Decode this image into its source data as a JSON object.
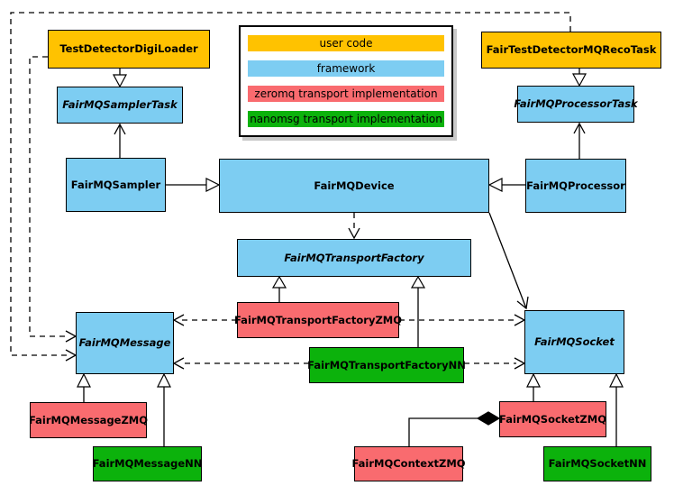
{
  "diagram_type": "uml-class-diagram",
  "colors": {
    "user_code": "#FFC200",
    "framework": "#7DCDF2",
    "zeromq": "#F96B6F",
    "nanomsg": "#0CB20C",
    "border": "#000000",
    "background": "#FFFFFF"
  },
  "legend": {
    "items": [
      {
        "label": "user code",
        "color": "#FFC200"
      },
      {
        "label": "framework",
        "color": "#7DCDF2"
      },
      {
        "label": "zeromq transport implementation",
        "color": "#F96B6F"
      },
      {
        "label": "nanomsg transport implementation",
        "color": "#0CB20C"
      }
    ]
  },
  "classes": [
    {
      "label": "TestDetectorDigiLoader",
      "category": "user_code",
      "abstract": false
    },
    {
      "label": "FairTestDetectorMQRecoTask",
      "category": "user_code",
      "abstract": false
    },
    {
      "label": "FairMQSamplerTask",
      "category": "framework",
      "abstract": true
    },
    {
      "label": "FairMQProcessorTask",
      "category": "framework",
      "abstract": true
    },
    {
      "label": "FairMQSampler",
      "category": "framework",
      "abstract": false
    },
    {
      "label": "FairMQDevice",
      "category": "framework",
      "abstract": false
    },
    {
      "label": "FairMQProcessor",
      "category": "framework",
      "abstract": false
    },
    {
      "label": "FairMQTransportFactory",
      "category": "framework",
      "abstract": true
    },
    {
      "label": "FairMQTransportFactoryZMQ",
      "category": "zeromq",
      "abstract": false
    },
    {
      "label": "FairMQTransportFactoryNN",
      "category": "nanomsg",
      "abstract": false
    },
    {
      "label": "FairMQMessage",
      "category": "framework",
      "abstract": true
    },
    {
      "label": "FairMQSocket",
      "category": "framework",
      "abstract": true
    },
    {
      "label": "FairMQMessageZMQ",
      "category": "zeromq",
      "abstract": false
    },
    {
      "label": "FairMQMessageNN",
      "category": "nanomsg",
      "abstract": false
    },
    {
      "label": "FairMQSocketZMQ",
      "category": "zeromq",
      "abstract": false
    },
    {
      "label": "FairMQContextZMQ",
      "category": "zeromq",
      "abstract": false
    },
    {
      "label": "FairMQSocketNN",
      "category": "nanomsg",
      "abstract": false
    }
  ],
  "relations": [
    {
      "from": "TestDetectorDigiLoader",
      "to": "FairMQSamplerTask",
      "type": "generalization"
    },
    {
      "from": "FairMQSampler",
      "to": "FairMQSamplerTask",
      "type": "association"
    },
    {
      "from": "FairMQSampler",
      "to": "FairMQDevice",
      "type": "generalization"
    },
    {
      "from": "FairTestDetectorMQRecoTask",
      "to": "FairMQProcessorTask",
      "type": "generalization"
    },
    {
      "from": "FairMQProcessor",
      "to": "FairMQProcessorTask",
      "type": "association"
    },
    {
      "from": "FairMQProcessor",
      "to": "FairMQDevice",
      "type": "generalization"
    },
    {
      "from": "FairMQDevice",
      "to": "FairMQTransportFactory",
      "type": "dependency"
    },
    {
      "from": "FairMQDevice",
      "to": "FairMQSocket",
      "type": "association"
    },
    {
      "from": "TestDetectorDigiLoader",
      "to": "FairMQMessage",
      "type": "dependency"
    },
    {
      "from": "FairTestDetectorMQRecoTask",
      "to": "FairMQMessage",
      "type": "dependency"
    },
    {
      "from": "FairMQTransportFactoryZMQ",
      "to": "FairMQTransportFactory",
      "type": "generalization"
    },
    {
      "from": "FairMQTransportFactoryNN",
      "to": "FairMQTransportFactory",
      "type": "generalization"
    },
    {
      "from": "FairMQTransportFactoryZMQ",
      "to": "FairMQMessage",
      "type": "dependency"
    },
    {
      "from": "FairMQTransportFactoryZMQ",
      "to": "FairMQSocket",
      "type": "dependency"
    },
    {
      "from": "FairMQTransportFactoryNN",
      "to": "FairMQMessage",
      "type": "dependency"
    },
    {
      "from": "FairMQTransportFactoryNN",
      "to": "FairMQSocket",
      "type": "dependency"
    },
    {
      "from": "FairMQMessageZMQ",
      "to": "FairMQMessage",
      "type": "generalization"
    },
    {
      "from": "FairMQMessageNN",
      "to": "FairMQMessage",
      "type": "generalization"
    },
    {
      "from": "FairMQSocketZMQ",
      "to": "FairMQSocket",
      "type": "generalization"
    },
    {
      "from": "FairMQSocketNN",
      "to": "FairMQSocket",
      "type": "generalization"
    },
    {
      "from": "FairMQContextZMQ",
      "to": "FairMQSocketZMQ",
      "type": "composition"
    }
  ]
}
